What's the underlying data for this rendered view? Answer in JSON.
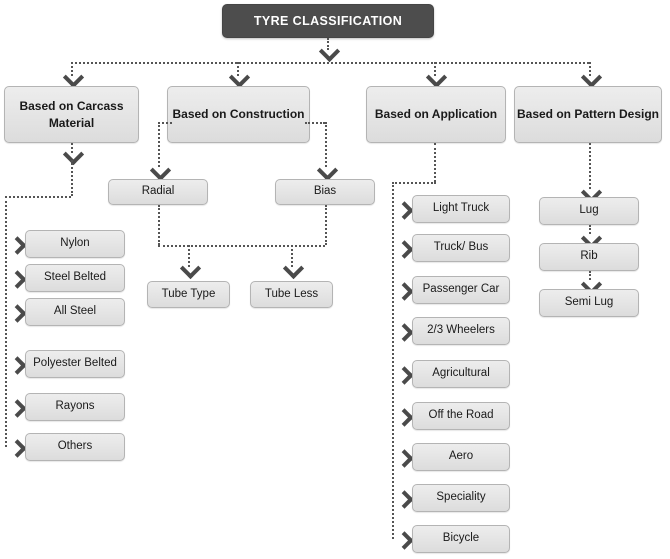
{
  "diagram": {
    "title": "TYRE CLASSIFICATION",
    "accent_dark": "#4d4d4d",
    "box_fill": "#e6e6e6",
    "box_border": "#b4b4b4",
    "connector_color": "#555555"
  },
  "branches": {
    "carcass": {
      "label": "Based on Carcass Material",
      "items": [
        {
          "label": "Nylon"
        },
        {
          "label": "Steel Belted"
        },
        {
          "label": "All Steel"
        },
        {
          "label": "Polyester Belted"
        },
        {
          "label": "Rayons"
        },
        {
          "label": "Others"
        }
      ]
    },
    "construction": {
      "label": "Based on Construction",
      "items": [
        {
          "label": "Radial"
        },
        {
          "label": "Bias"
        }
      ],
      "sub_items": [
        {
          "label": "Tube Type"
        },
        {
          "label": "Tube Less"
        }
      ]
    },
    "application": {
      "label": "Based on Application",
      "items": [
        {
          "label": "Light Truck"
        },
        {
          "label": "Truck/ Bus"
        },
        {
          "label": "Passenger Car"
        },
        {
          "label": "2/3 Wheelers"
        },
        {
          "label": "Agricultural"
        },
        {
          "label": "Off the Road"
        },
        {
          "label": "Aero"
        },
        {
          "label": "Speciality"
        },
        {
          "label": "Bicycle"
        }
      ]
    },
    "pattern": {
      "label": "Based on Pattern Design",
      "items": [
        {
          "label": "Lug"
        },
        {
          "label": "Rib"
        },
        {
          "label": "Semi Lug"
        }
      ]
    }
  }
}
